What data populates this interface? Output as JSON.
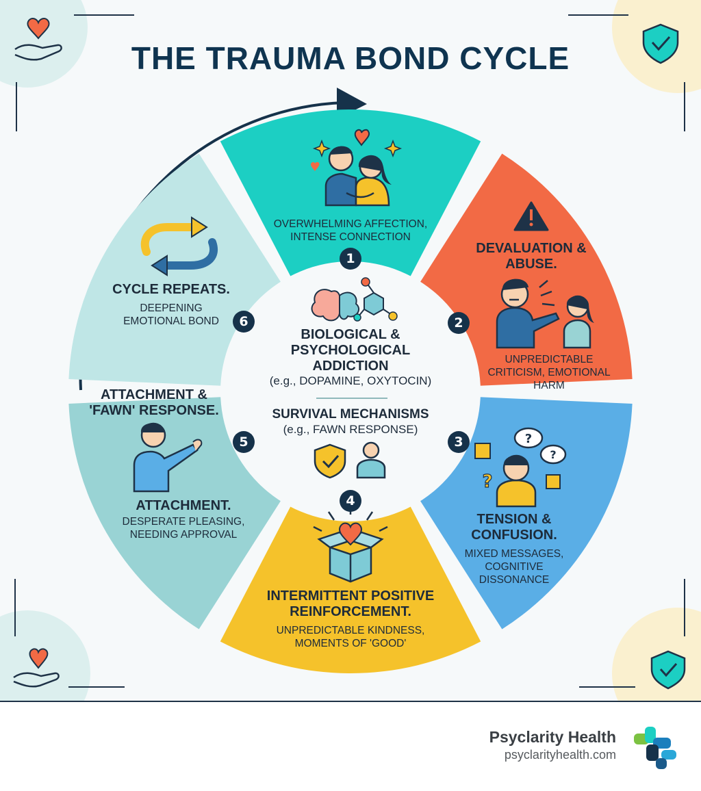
{
  "title": "THE TRAUMA BOND CYCLE",
  "stages": [
    {
      "number": "1",
      "title": "",
      "subtitle": "OVERWHELMING AFFECTION, INTENSE CONNECTION",
      "color": "#1ccfc3"
    },
    {
      "number": "2",
      "title": "DEVALUATION & ABUSE.",
      "subtitle": "UNPREDICTABLE CRITICISM, EMOTIONAL HARM",
      "color": "#f26a45"
    },
    {
      "number": "3",
      "title": "TENSION & CONFUSION.",
      "subtitle": "MIXED MESSAGES, COGNITIVE DISSONANCE",
      "color": "#5aaee6"
    },
    {
      "number": "4",
      "title": "INTERMITTENT POSITIVE REINFORCEMENT.",
      "subtitle": "UNPREDICTABLE KINDNESS, MOMENTS OF 'GOOD'",
      "color": "#f5c22b"
    },
    {
      "number": "5",
      "title": "ATTACHMENT & 'FAWN' RESPONSE.",
      "title2": "ATTACHMENT.",
      "subtitle": "DESPERATE PLEASING, NEEDING APPROVAL",
      "color": "#99d3d4"
    },
    {
      "number": "6",
      "title": "CYCLE REPEATS.",
      "subtitle": "DEEPENING EMOTIONAL BOND",
      "color": "#bfe6e6"
    }
  ],
  "center": {
    "addiction_title": "BIOLOGICAL & PSYCHOLOGICAL ADDICTION",
    "addiction_sub": "(e.g., DOPAMINE, OXYTOCIN)",
    "survival_title": "SURVIVAL MECHANISMS",
    "survival_sub": "(e.g., FAWN RESPONSE)"
  },
  "icons": [
    "couple-hug-icon",
    "warning-icon",
    "shouting-person-icon",
    "confused-person-icon",
    "gift-box-heart-icon",
    "reaching-person-icon",
    "repeat-arrows-icon",
    "brain-icon",
    "molecule-icon",
    "shield-check-icon",
    "person-icon",
    "heart-hand-icon"
  ],
  "brand": {
    "name": "Psyclarity Health",
    "url": "psyclarityhealth.com"
  }
}
